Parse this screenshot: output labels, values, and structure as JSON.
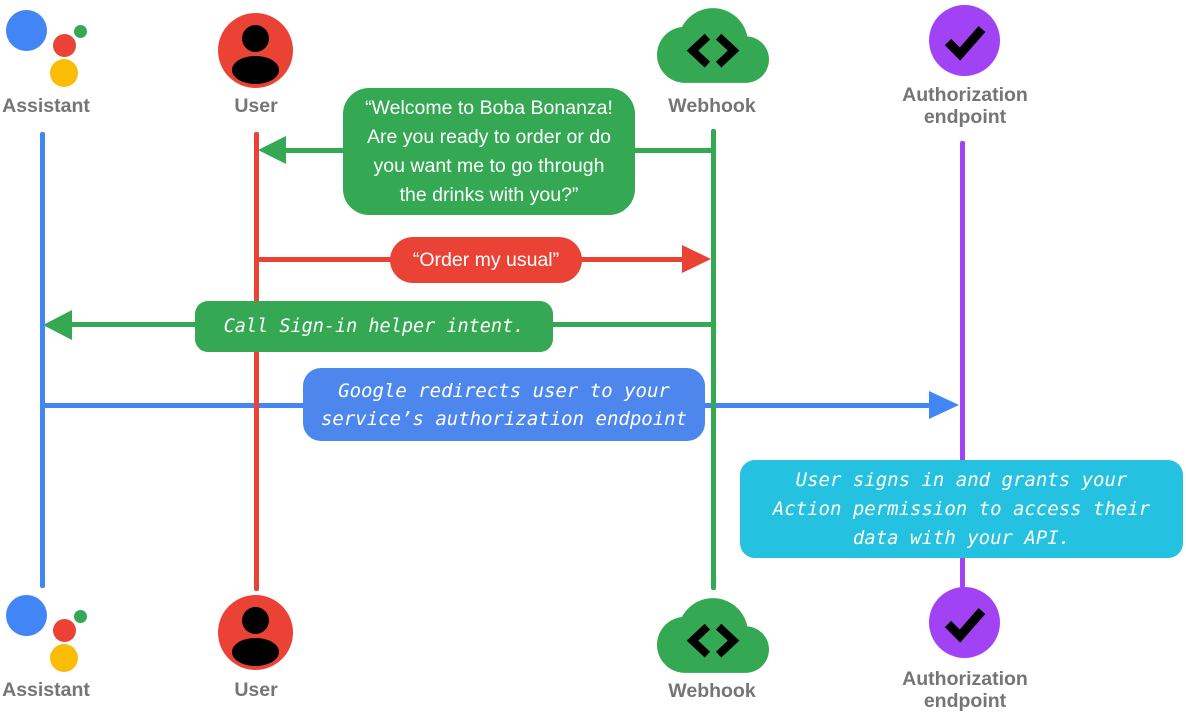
{
  "diagram": {
    "type": "sequence-diagram",
    "background": "#ffffff",
    "actors": [
      {
        "id": "assistant",
        "label": "Assistant",
        "icon": "google-assistant-icon",
        "color": "#4285F4"
      },
      {
        "id": "user",
        "label": "User",
        "icon": "user-icon",
        "color": "#EA4335"
      },
      {
        "id": "webhook",
        "label": "Webhook",
        "icon": "webhook-cloud-icon",
        "color": "#34A853"
      },
      {
        "id": "authorization-endpoint",
        "label": "Authorization endpoint",
        "label_lines": [
          "Authorization",
          "endpoint"
        ],
        "icon": "authorization-check-icon",
        "color": "#A142F4"
      }
    ],
    "messages": [
      {
        "from": "webhook",
        "to": "user",
        "style": "speech",
        "color": "#34A853",
        "text": "“Welcome to Boba Bonanza! Are you ready to order or do you want me to go through the drinks with you?”",
        "lines": [
          "“Welcome to Boba Bonanza!",
          "Are you ready to order or do",
          "you want me to go through",
          "the drinks with you?”"
        ]
      },
      {
        "from": "user",
        "to": "webhook",
        "style": "speech",
        "color": "#EA4335",
        "text": "“Order my usual”",
        "lines": [
          "“Order my usual”"
        ]
      },
      {
        "from": "webhook",
        "to": "assistant",
        "style": "code",
        "color": "#34A853",
        "text": "Call Sign-in helper intent.",
        "lines": [
          "Call Sign-in helper intent."
        ]
      },
      {
        "from": "assistant",
        "to": "authorization-endpoint",
        "style": "code",
        "color": "#4D87EE",
        "text": "Google redirects user to your service’s authorization endpoint",
        "lines": [
          "Google redirects user to your",
          "service’s authorization endpoint"
        ]
      }
    ],
    "note": {
      "near": "authorization-endpoint",
      "color": "#24C1E0",
      "text": "User signs in and grants your Action permission to access their data with your API.",
      "lines": [
        "User signs in and grants your",
        "Action permission to access their",
        "data with your API."
      ]
    },
    "colors": {
      "blue": "#4285F4",
      "red": "#EA4335",
      "green": "#34A853",
      "purple": "#A142F4",
      "cyan_note": "#24C1E0",
      "redirect_blue": "#4D87EE",
      "label_gray": "#757575",
      "icon_glyph": "#000000",
      "assistant_yellow": "#FBBC04"
    }
  }
}
